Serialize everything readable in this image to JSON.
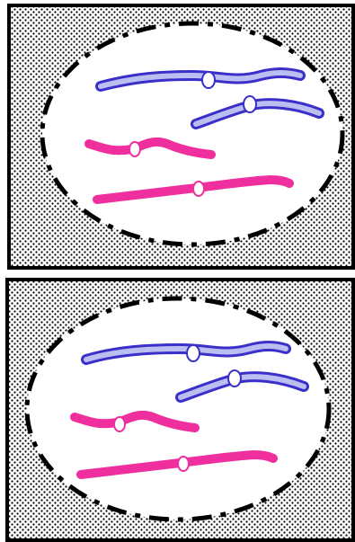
{
  "figure": {
    "panel_count": 2,
    "panels": [
      {
        "name": "top",
        "description_visible_text": "",
        "chromosomes": [
          {
            "color": "blue",
            "shape": "long"
          },
          {
            "color": "blue",
            "shape": "short"
          },
          {
            "color": "pink",
            "shape": "short"
          },
          {
            "color": "pink",
            "shape": "long"
          }
        ]
      },
      {
        "name": "bottom",
        "description_visible_text": "",
        "chromosomes": [
          {
            "color": "blue",
            "shape": "long"
          },
          {
            "color": "blue",
            "shape": "short"
          },
          {
            "color": "pink",
            "shape": "short"
          },
          {
            "color": "pink",
            "shape": "long"
          }
        ]
      }
    ]
  },
  "colors": {
    "frame": "#000000",
    "background": "#ffffff",
    "stipple": "#000000",
    "nucleus_fill": "#ffffff",
    "nucleus_border": "#000000",
    "blue_outline": "#3b2fc9",
    "blue_fill": "#b9bff0",
    "pink": "#ef2f9e",
    "centromere_fill": "#ffffff"
  }
}
